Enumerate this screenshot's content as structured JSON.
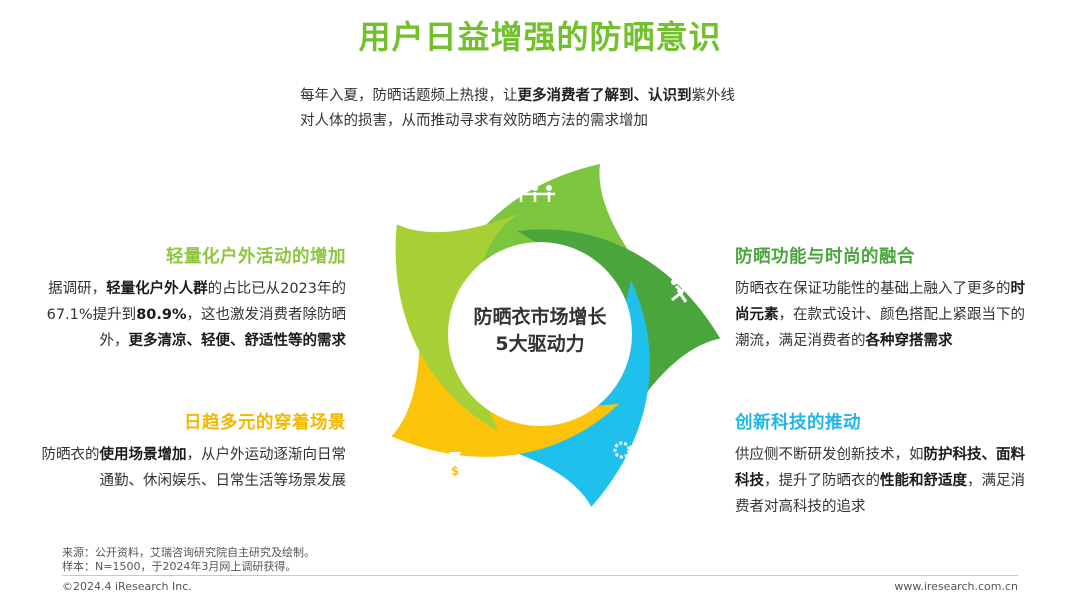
{
  "title": "用户日益增强的防晒意识",
  "intro": {
    "line1_pre": "每年入夏，防晒话题频上热搜，让",
    "line1_bold": "更多消费者了解到、认识到",
    "line1_post": "紫外线",
    "line2": "对人体的损害，从而推动寻求有效防晒方法的需求增加"
  },
  "center": {
    "line1": "防晒衣市场增长",
    "line2": "5大驱动力"
  },
  "blocks": {
    "outdoor": {
      "head": "轻量化户外活动的增加",
      "t1": "据调研，",
      "b1": "轻量化户外人群",
      "t2": "的占比已从2023年的67.1%提升到",
      "b2": "80.9%",
      "t3": "，这也激发消费者除防晒外，",
      "b3": "更多清凉、轻便、舒适性等的需求"
    },
    "scenes": {
      "head": "日趋多元的穿着场景",
      "t1": "防晒衣的",
      "b1": "使用场景增加",
      "t2": "，从户外运动逐渐向日常通勤、休闲娱乐、日常生活等场景发展"
    },
    "fashion": {
      "head": "防晒功能与时尚的融合",
      "t1": "防晒衣在保证功能性的基础上融入了更多的",
      "b1": "时尚元素",
      "t2": "，在款式设计、颜色搭配上紧跟当下的潮流，满足消费者的",
      "b2": "各种穿搭需求"
    },
    "tech": {
      "head": "创新科技的推动",
      "t1": "供应侧不断研发创新技术，如",
      "b1": "防护科技、面料科技",
      "t2": "，提升了防晒衣的",
      "b2": "性能和舒适度",
      "t3": "，满足消费者对高科技的追求"
    }
  },
  "colors": {
    "title": "#72c02c",
    "petal_top": "#7cc53f",
    "petal_right": "#4aa63c",
    "petal_bottom_right": "#1fc1ec",
    "petal_bottom_left": "#fbc40b",
    "petal_left": "#a7cf36"
  },
  "icons": {
    "top": "growth-team-icon",
    "right": "push-boulder-icon",
    "bottom_right": "gears-person-icon",
    "bottom_left": "money-bag-icon",
    "left": "running-person-icon"
  },
  "footer": {
    "source": "来源：公开资料，艾瑞咨询研究院自主研究及绘制。",
    "sample": "样本：N=1500，于2024年3月网上调研获得。",
    "copyright": "©2024.4 iResearch Inc.",
    "website": "www.iresearch.com.cn"
  }
}
